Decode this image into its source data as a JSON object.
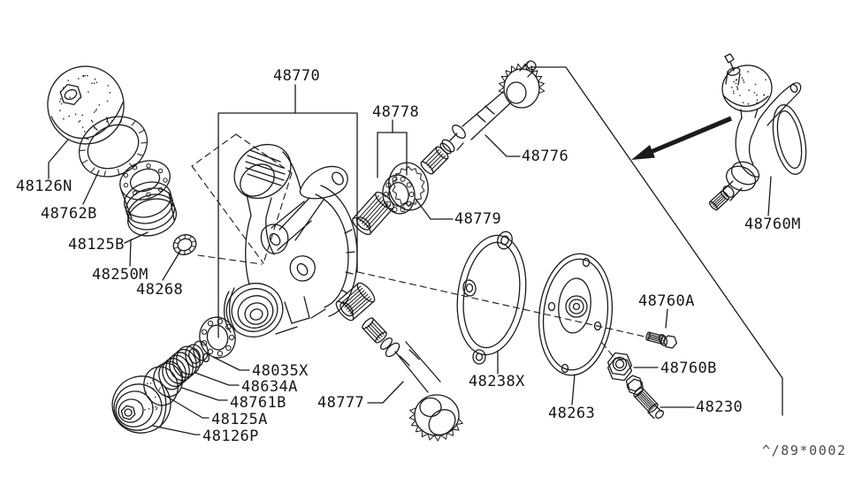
{
  "diagram": {
    "kind": "exploded-parts-diagram",
    "labels": {
      "48770": "48770",
      "48778": "48778",
      "48776": "48776",
      "48779": "48779",
      "48126N": "48126N",
      "48762B": "48762B",
      "48125B": "48125B",
      "48250M": "48250M",
      "48268": "48268",
      "48035X": "48035X",
      "48634A": "48634A",
      "48761B": "48761B",
      "48125A": "48125A",
      "48126P": "48126P",
      "48777": "48777",
      "48238X": "48238X",
      "48263": "48263",
      "48760A": "48760A",
      "48760B": "48760B",
      "48230": "48230",
      "48760M": "48760M"
    },
    "footer": {
      "diagram_code": "^/89*0002"
    },
    "line_color": "#1b1b1b",
    "background_color": "#ffffff"
  }
}
